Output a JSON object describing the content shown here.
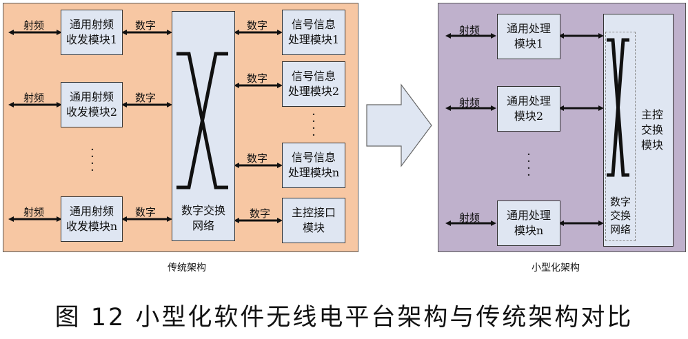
{
  "colors": {
    "left_panel": "#f7c7a3",
    "right_panel": "#bfb1cc",
    "box": "#dfe6f2"
  },
  "left": {
    "rf_label": "射频",
    "digital_label": "数字",
    "transceivers": [
      "通用射频\n收发模块1",
      "通用射频\n收发模块2",
      "通用射频\n收发模块n"
    ],
    "switch_label": "数字交换\n网络",
    "processors": [
      "信号信息\n处理模块1",
      "信号信息\n处理模块2",
      "信号信息\n处理模块n"
    ],
    "interface": "主控接口\n模块",
    "caption": "传统架构"
  },
  "right": {
    "rf_label": "射频",
    "modules": [
      "通用处理\n模块1",
      "通用处理\n模块2",
      "通用处理\n模块n"
    ],
    "main_label": "主控\n交换\n模块",
    "switch_label": "数字\n交换\n网络",
    "caption": "小型化架构"
  },
  "figure_title": "图 12  小型化软件无线电平台架构与传统架构对比"
}
